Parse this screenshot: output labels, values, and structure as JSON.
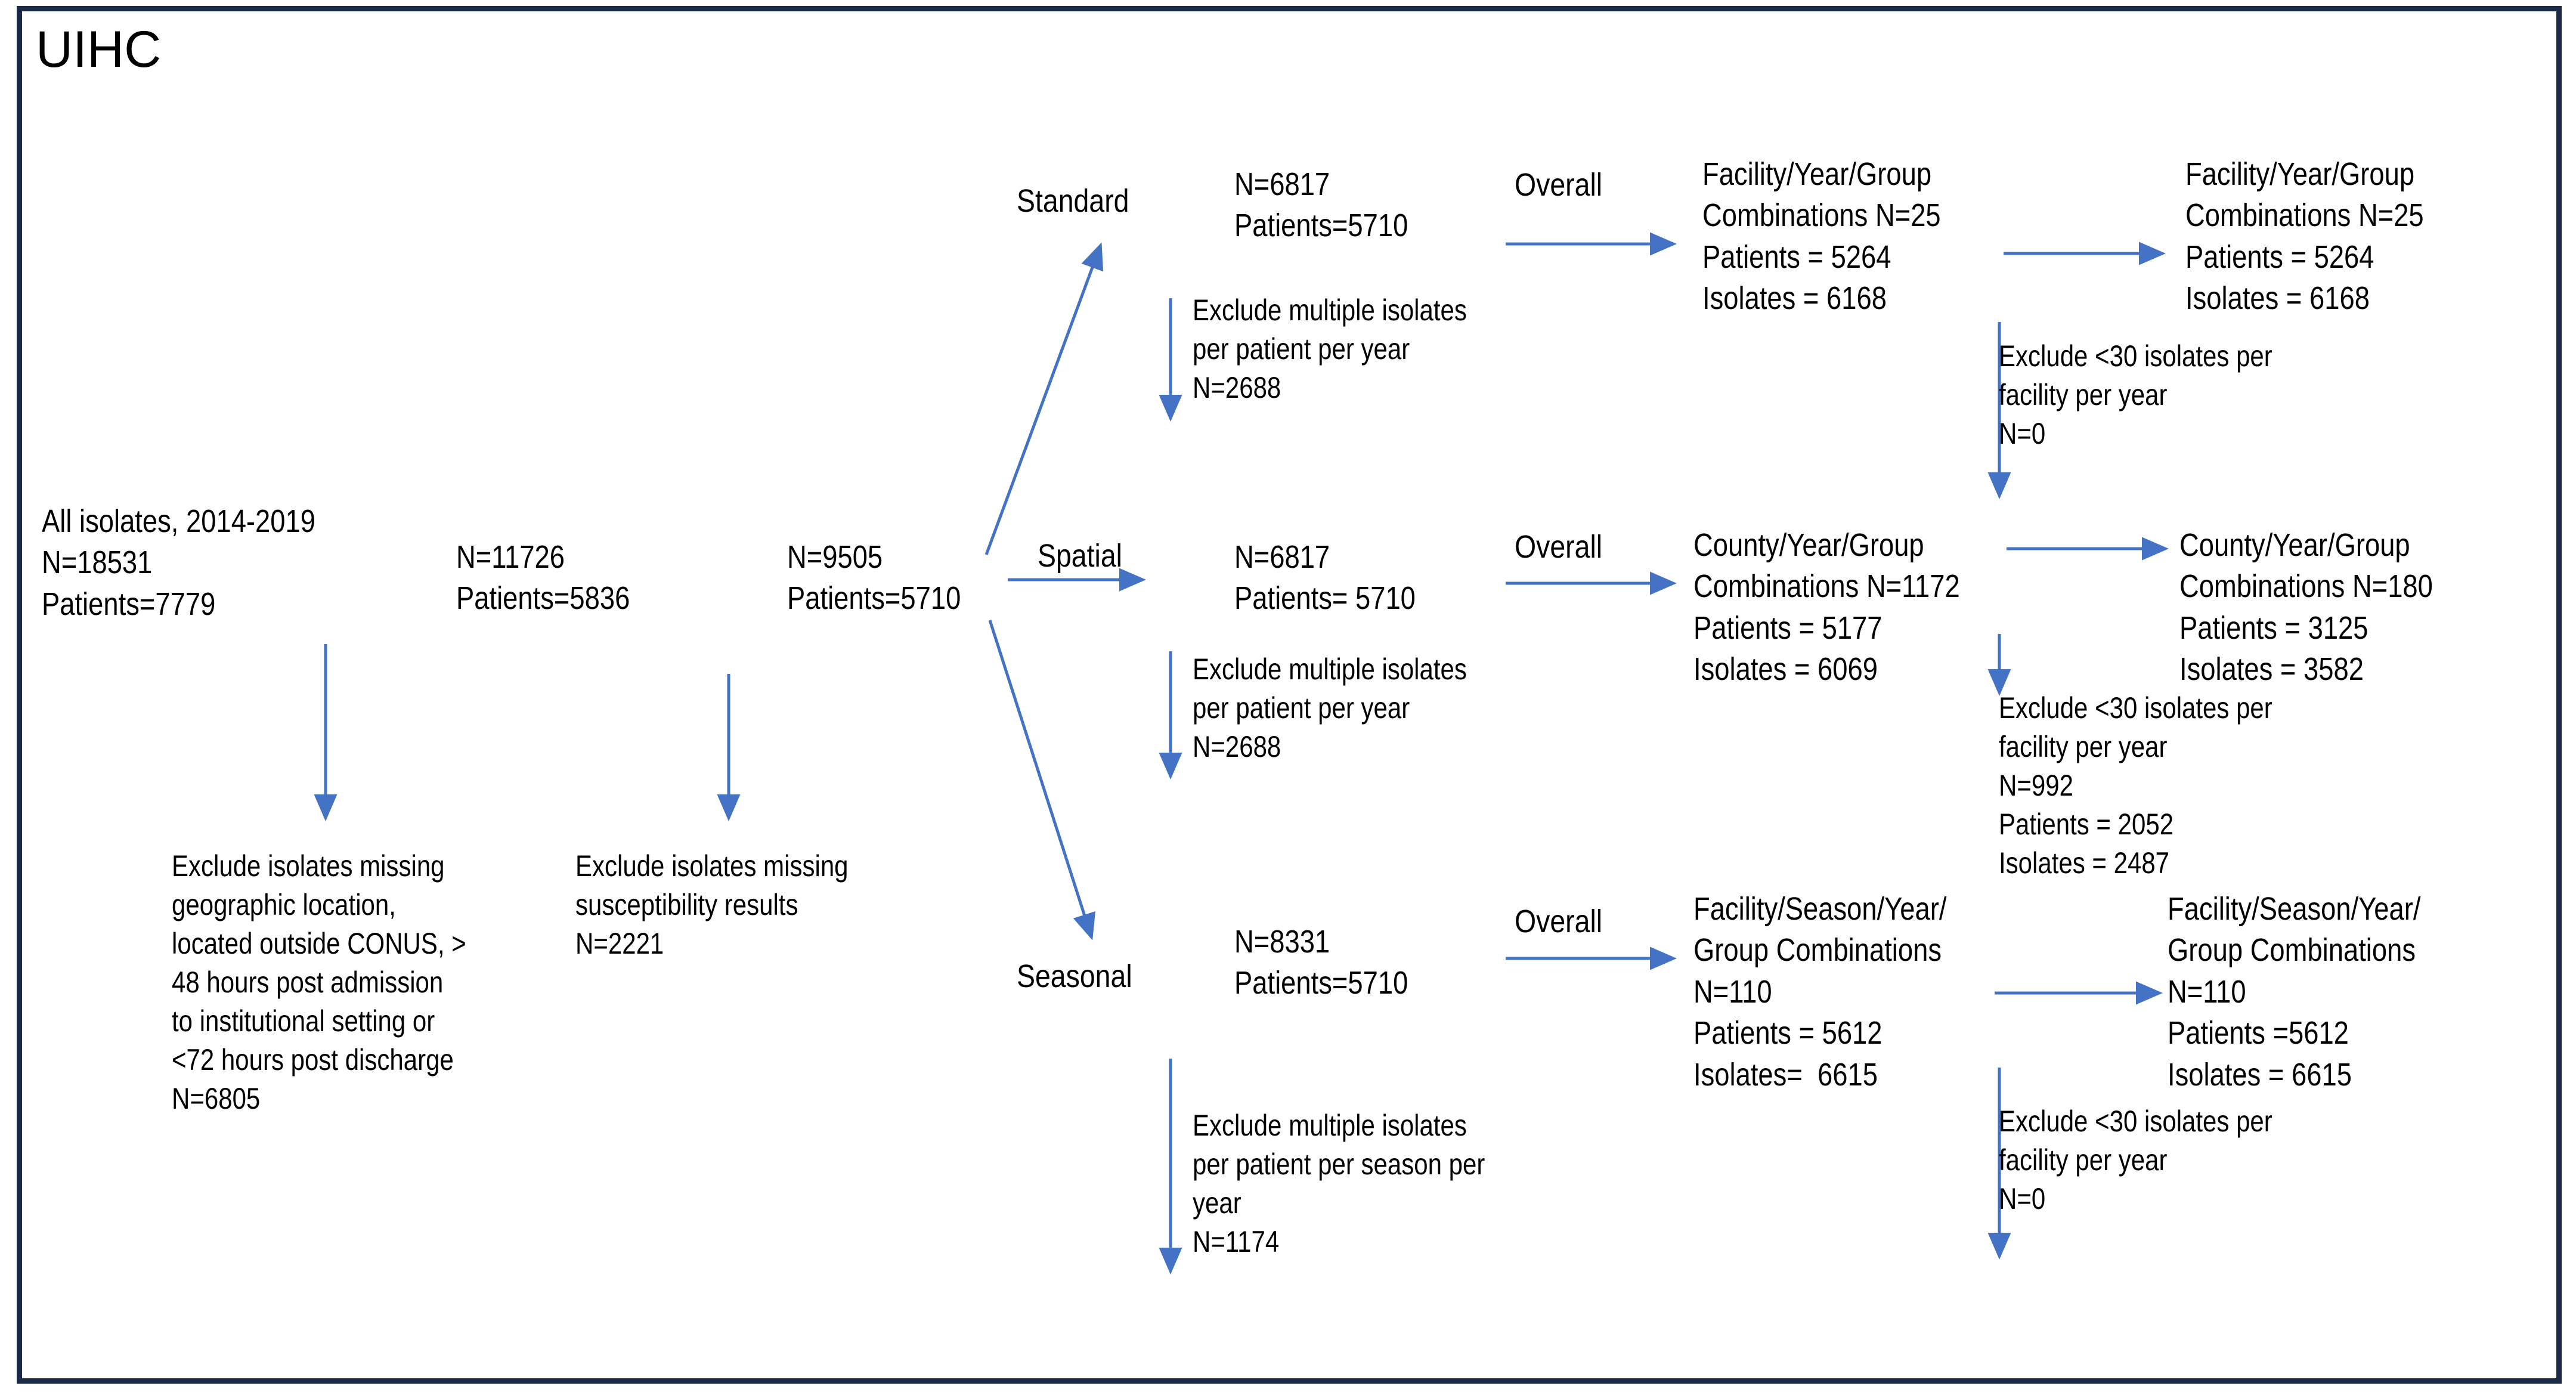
{
  "title": "UIHC",
  "colors": {
    "frame_border": "#1b2a47",
    "arrow": "#4472C4",
    "text": "#000000",
    "background": "#ffffff"
  },
  "nodes": {
    "all_isolates": "All isolates, 2014-2019\nN=18531\nPatients=7779",
    "after_geo_exclusion": "N=11726\nPatients=5836",
    "after_susceptibility_exclusion": "N=9505\nPatients=5710",
    "standard_counts": "N=6817\nPatients=5710",
    "spatial_counts": "N=6817\nPatients= 5710",
    "seasonal_counts": "N=8331\nPatients=5710",
    "facility_year_group_1": "Facility/Year/Group\nCombinations N=25\nPatients = 5264\nIsolates = 6168",
    "facility_year_group_2": "Facility/Year/Group\nCombinations N=25\nPatients = 5264\nIsolates = 6168",
    "county_year_group_1": "County/Year/Group\nCombinations N=1172\nPatients = 5177\nIsolates = 6069",
    "county_year_group_2": "County/Year/Group\nCombinations N=180\nPatients = 3125\nIsolates = 3582",
    "facility_season_year_group_1": "Facility/Season/Year/\nGroup Combinations\nN=110\nPatients = 5612\nIsolates=  6615",
    "facility_season_year_group_2": "Facility/Season/Year/\nGroup Combinations\nN=110\nPatients =5612\nIsolates = 6615"
  },
  "branch_labels": {
    "standard": "Standard",
    "spatial": "Spatial",
    "seasonal": "Seasonal",
    "overall_standard": "Overall",
    "overall_spatial": "Overall",
    "overall_seasonal": "Overall"
  },
  "exclusion_notes": {
    "geographic": "Exclude isolates missing\ngeographic location,\nlocated outside CONUS, >\n48 hours post admission\nto institutional setting or\n<72 hours post discharge\nN=6805",
    "susceptibility": "Exclude isolates missing\nsusceptibility results\nN=2221",
    "standard_multiple": "Exclude multiple isolates\nper patient per year\nN=2688",
    "spatial_multiple": "Exclude multiple isolates\nper patient per year\nN=2688",
    "seasonal_multiple": "Exclude multiple isolates\nper patient per season per\nyear\nN=1174",
    "standard_min30": "Exclude <30 isolates per\nfacility per year\nN=0",
    "spatial_min30": "Exclude <30 isolates per\nfacility per year\nN=992\nPatients = 2052\nIsolates = 2487",
    "seasonal_min30": "Exclude <30 isolates per\nfacility per year\nN=0"
  },
  "icons": {
    "arrow_right": "arrow-right-icon",
    "arrow_down": "arrow-down-icon",
    "arrow_diagonal_up": "arrow-diagonal-up-icon",
    "arrow_diagonal_down": "arrow-diagonal-down-icon"
  }
}
